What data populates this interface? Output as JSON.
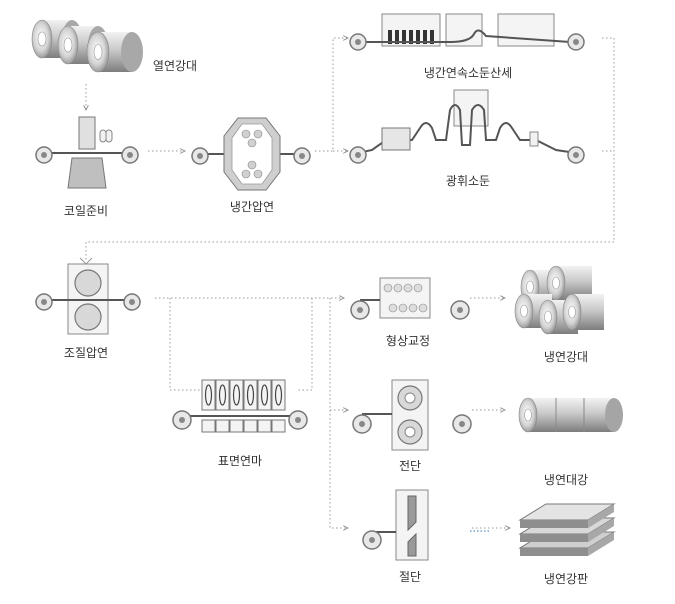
{
  "labels": {
    "hot_coil": "열연강대",
    "coil_prep": "코일준비",
    "cold_rolling": "냉간압연",
    "continuous_annealing": "냉간연속소둔산세",
    "batch_annealing": "광휘소둔",
    "temper_rolling": "조질압연",
    "surface_grinding": "표면연마",
    "shape_correction": "형상교정",
    "shearing": "전단",
    "cutting": "절단",
    "product_coil_a": "냉연강대",
    "product_coil_b": "냉연대강",
    "product_sheet": "냉연강판"
  },
  "colors": {
    "strip_steel": "#555555",
    "strip_processed": "#2a6fb5",
    "roll": "#9a9a9a",
    "flow_line": "#8a8a8a"
  },
  "icons": [
    "steel-coil-icon",
    "roller-icon",
    "mill-stand-icon",
    "steel-sheet-stack-icon"
  ]
}
